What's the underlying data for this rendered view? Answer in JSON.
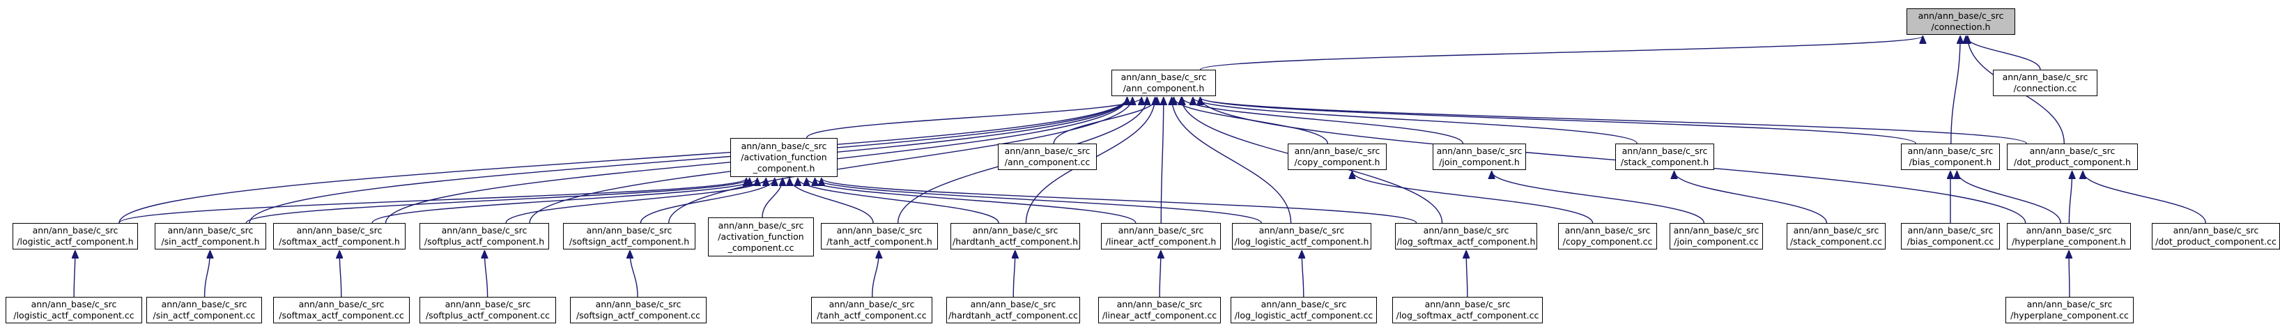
{
  "colors": {
    "background": "#ffffff",
    "edge": "#191970",
    "node_border": "#000000",
    "root_fill": "#bfbfbf"
  },
  "nodes": {
    "connection_h": [
      "ann/ann_base/c_src",
      "/connection.h"
    ],
    "ann_component_h": [
      "ann/ann_base/c_src",
      "/ann_component.h"
    ],
    "connection_cc": [
      "ann/ann_base/c_src",
      "/connection.cc"
    ],
    "activation_function_component_h": [
      "ann/ann_base/c_src",
      "/activation_function",
      "_component.h"
    ],
    "ann_component_cc": [
      "ann/ann_base/c_src",
      "/ann_component.cc"
    ],
    "copy_component_h": [
      "ann/ann_base/c_src",
      "/copy_component.h"
    ],
    "join_component_h": [
      "ann/ann_base/c_src",
      "/join_component.h"
    ],
    "stack_component_h": [
      "ann/ann_base/c_src",
      "/stack_component.h"
    ],
    "bias_component_h": [
      "ann/ann_base/c_src",
      "/bias_component.h"
    ],
    "dot_product_component_h": [
      "ann/ann_base/c_src",
      "/dot_product_component.h"
    ],
    "logistic_actf_component_h": [
      "ann/ann_base/c_src",
      "/logistic_actf_component.h"
    ],
    "sin_actf_component_h": [
      "ann/ann_base/c_src",
      "/sin_actf_component.h"
    ],
    "softmax_actf_component_h": [
      "ann/ann_base/c_src",
      "/softmax_actf_component.h"
    ],
    "softplus_actf_component_h": [
      "ann/ann_base/c_src",
      "/softplus_actf_component.h"
    ],
    "softsign_actf_component_h": [
      "ann/ann_base/c_src",
      "/softsign_actf_component.h"
    ],
    "activation_function_component_cc": [
      "ann/ann_base/c_src",
      "/activation_function",
      "_component.cc"
    ],
    "tanh_actf_component_h": [
      "ann/ann_base/c_src",
      "/tanh_actf_component.h"
    ],
    "hardtanh_actf_component_h": [
      "ann/ann_base/c_src",
      "/hardtanh_actf_component.h"
    ],
    "linear_actf_component_h": [
      "ann/ann_base/c_src",
      "/linear_actf_component.h"
    ],
    "log_logistic_actf_component_h": [
      "ann/ann_base/c_src",
      "/log_logistic_actf_component.h"
    ],
    "log_softmax_actf_component_h": [
      "ann/ann_base/c_src",
      "/log_softmax_actf_component.h"
    ],
    "copy_component_cc": [
      "ann/ann_base/c_src",
      "/copy_component.cc"
    ],
    "join_component_cc": [
      "ann/ann_base/c_src",
      "/join_component.cc"
    ],
    "stack_component_cc": [
      "ann/ann_base/c_src",
      "/stack_component.cc"
    ],
    "bias_component_cc": [
      "ann/ann_base/c_src",
      "/bias_component.cc"
    ],
    "hyperplane_component_h": [
      "ann/ann_base/c_src",
      "/hyperplane_component.h"
    ],
    "dot_product_component_cc": [
      "ann/ann_base/c_src",
      "/dot_product_component.cc"
    ],
    "logistic_actf_component_cc": [
      "ann/ann_base/c_src",
      "/logistic_actf_component.cc"
    ],
    "sin_actf_component_cc": [
      "ann/ann_base/c_src",
      "/sin_actf_component.cc"
    ],
    "softmax_actf_component_cc": [
      "ann/ann_base/c_src",
      "/softmax_actf_component.cc"
    ],
    "softplus_actf_component_cc": [
      "ann/ann_base/c_src",
      "/softplus_actf_component.cc"
    ],
    "softsign_actf_component_cc": [
      "ann/ann_base/c_src",
      "/softsign_actf_component.cc"
    ],
    "tanh_actf_component_cc": [
      "ann/ann_base/c_src",
      "/tanh_actf_component.cc"
    ],
    "hardtanh_actf_component_cc": [
      "ann/ann_base/c_src",
      "/hardtanh_actf_component.cc"
    ],
    "linear_actf_component_cc": [
      "ann/ann_base/c_src",
      "/linear_actf_component.cc"
    ],
    "log_logistic_actf_component_cc": [
      "ann/ann_base/c_src",
      "/log_logistic_actf_component.cc"
    ],
    "log_softmax_actf_component_cc": [
      "ann/ann_base/c_src",
      "/log_softmax_actf_component.cc"
    ],
    "hyperplane_component_cc": [
      "ann/ann_base/c_src",
      "/hyperplane_component.cc"
    ]
  },
  "edges": [
    [
      "ann_component_h",
      "connection_h"
    ],
    [
      "connection_cc",
      "connection_h"
    ],
    [
      "bias_component_h",
      "connection_h"
    ],
    [
      "dot_product_component_h",
      "connection_h"
    ],
    [
      "activation_function_component_h",
      "ann_component_h"
    ],
    [
      "ann_component_cc",
      "ann_component_h"
    ],
    [
      "copy_component_h",
      "ann_component_h"
    ],
    [
      "join_component_h",
      "ann_component_h"
    ],
    [
      "stack_component_h",
      "ann_component_h"
    ],
    [
      "bias_component_h",
      "ann_component_h"
    ],
    [
      "dot_product_component_h",
      "ann_component_h"
    ],
    [
      "hyperplane_component_h",
      "ann_component_h"
    ],
    [
      "logistic_actf_component_h",
      "ann_component_h"
    ],
    [
      "sin_actf_component_h",
      "ann_component_h"
    ],
    [
      "softmax_actf_component_h",
      "ann_component_h"
    ],
    [
      "softplus_actf_component_h",
      "ann_component_h"
    ],
    [
      "softsign_actf_component_h",
      "ann_component_h"
    ],
    [
      "tanh_actf_component_h",
      "ann_component_h"
    ],
    [
      "hardtanh_actf_component_h",
      "ann_component_h"
    ],
    [
      "linear_actf_component_h",
      "ann_component_h"
    ],
    [
      "log_logistic_actf_component_h",
      "ann_component_h"
    ],
    [
      "log_softmax_actf_component_h",
      "ann_component_h"
    ],
    [
      "logistic_actf_component_h",
      "activation_function_component_h"
    ],
    [
      "sin_actf_component_h",
      "activation_function_component_h"
    ],
    [
      "softmax_actf_component_h",
      "activation_function_component_h"
    ],
    [
      "softplus_actf_component_h",
      "activation_function_component_h"
    ],
    [
      "softsign_actf_component_h",
      "activation_function_component_h"
    ],
    [
      "activation_function_component_cc",
      "activation_function_component_h"
    ],
    [
      "tanh_actf_component_h",
      "activation_function_component_h"
    ],
    [
      "hardtanh_actf_component_h",
      "activation_function_component_h"
    ],
    [
      "linear_actf_component_h",
      "activation_function_component_h"
    ],
    [
      "log_logistic_actf_component_h",
      "activation_function_component_h"
    ],
    [
      "log_softmax_actf_component_h",
      "activation_function_component_h"
    ],
    [
      "copy_component_cc",
      "copy_component_h"
    ],
    [
      "join_component_cc",
      "join_component_h"
    ],
    [
      "stack_component_cc",
      "stack_component_h"
    ],
    [
      "bias_component_cc",
      "bias_component_h"
    ],
    [
      "hyperplane_component_h",
      "bias_component_h"
    ],
    [
      "hyperplane_component_h",
      "dot_product_component_h"
    ],
    [
      "dot_product_component_cc",
      "dot_product_component_h"
    ],
    [
      "logistic_actf_component_cc",
      "logistic_actf_component_h"
    ],
    [
      "sin_actf_component_cc",
      "sin_actf_component_h"
    ],
    [
      "softmax_actf_component_cc",
      "softmax_actf_component_h"
    ],
    [
      "softplus_actf_component_cc",
      "softplus_actf_component_h"
    ],
    [
      "softsign_actf_component_cc",
      "softsign_actf_component_h"
    ],
    [
      "tanh_actf_component_cc",
      "tanh_actf_component_h"
    ],
    [
      "hardtanh_actf_component_cc",
      "hardtanh_actf_component_h"
    ],
    [
      "linear_actf_component_cc",
      "linear_actf_component_h"
    ],
    [
      "log_logistic_actf_component_cc",
      "log_logistic_actf_component_h"
    ],
    [
      "log_softmax_actf_component_cc",
      "log_softmax_actf_component_h"
    ],
    [
      "hyperplane_component_cc",
      "hyperplane_component_h"
    ]
  ]
}
